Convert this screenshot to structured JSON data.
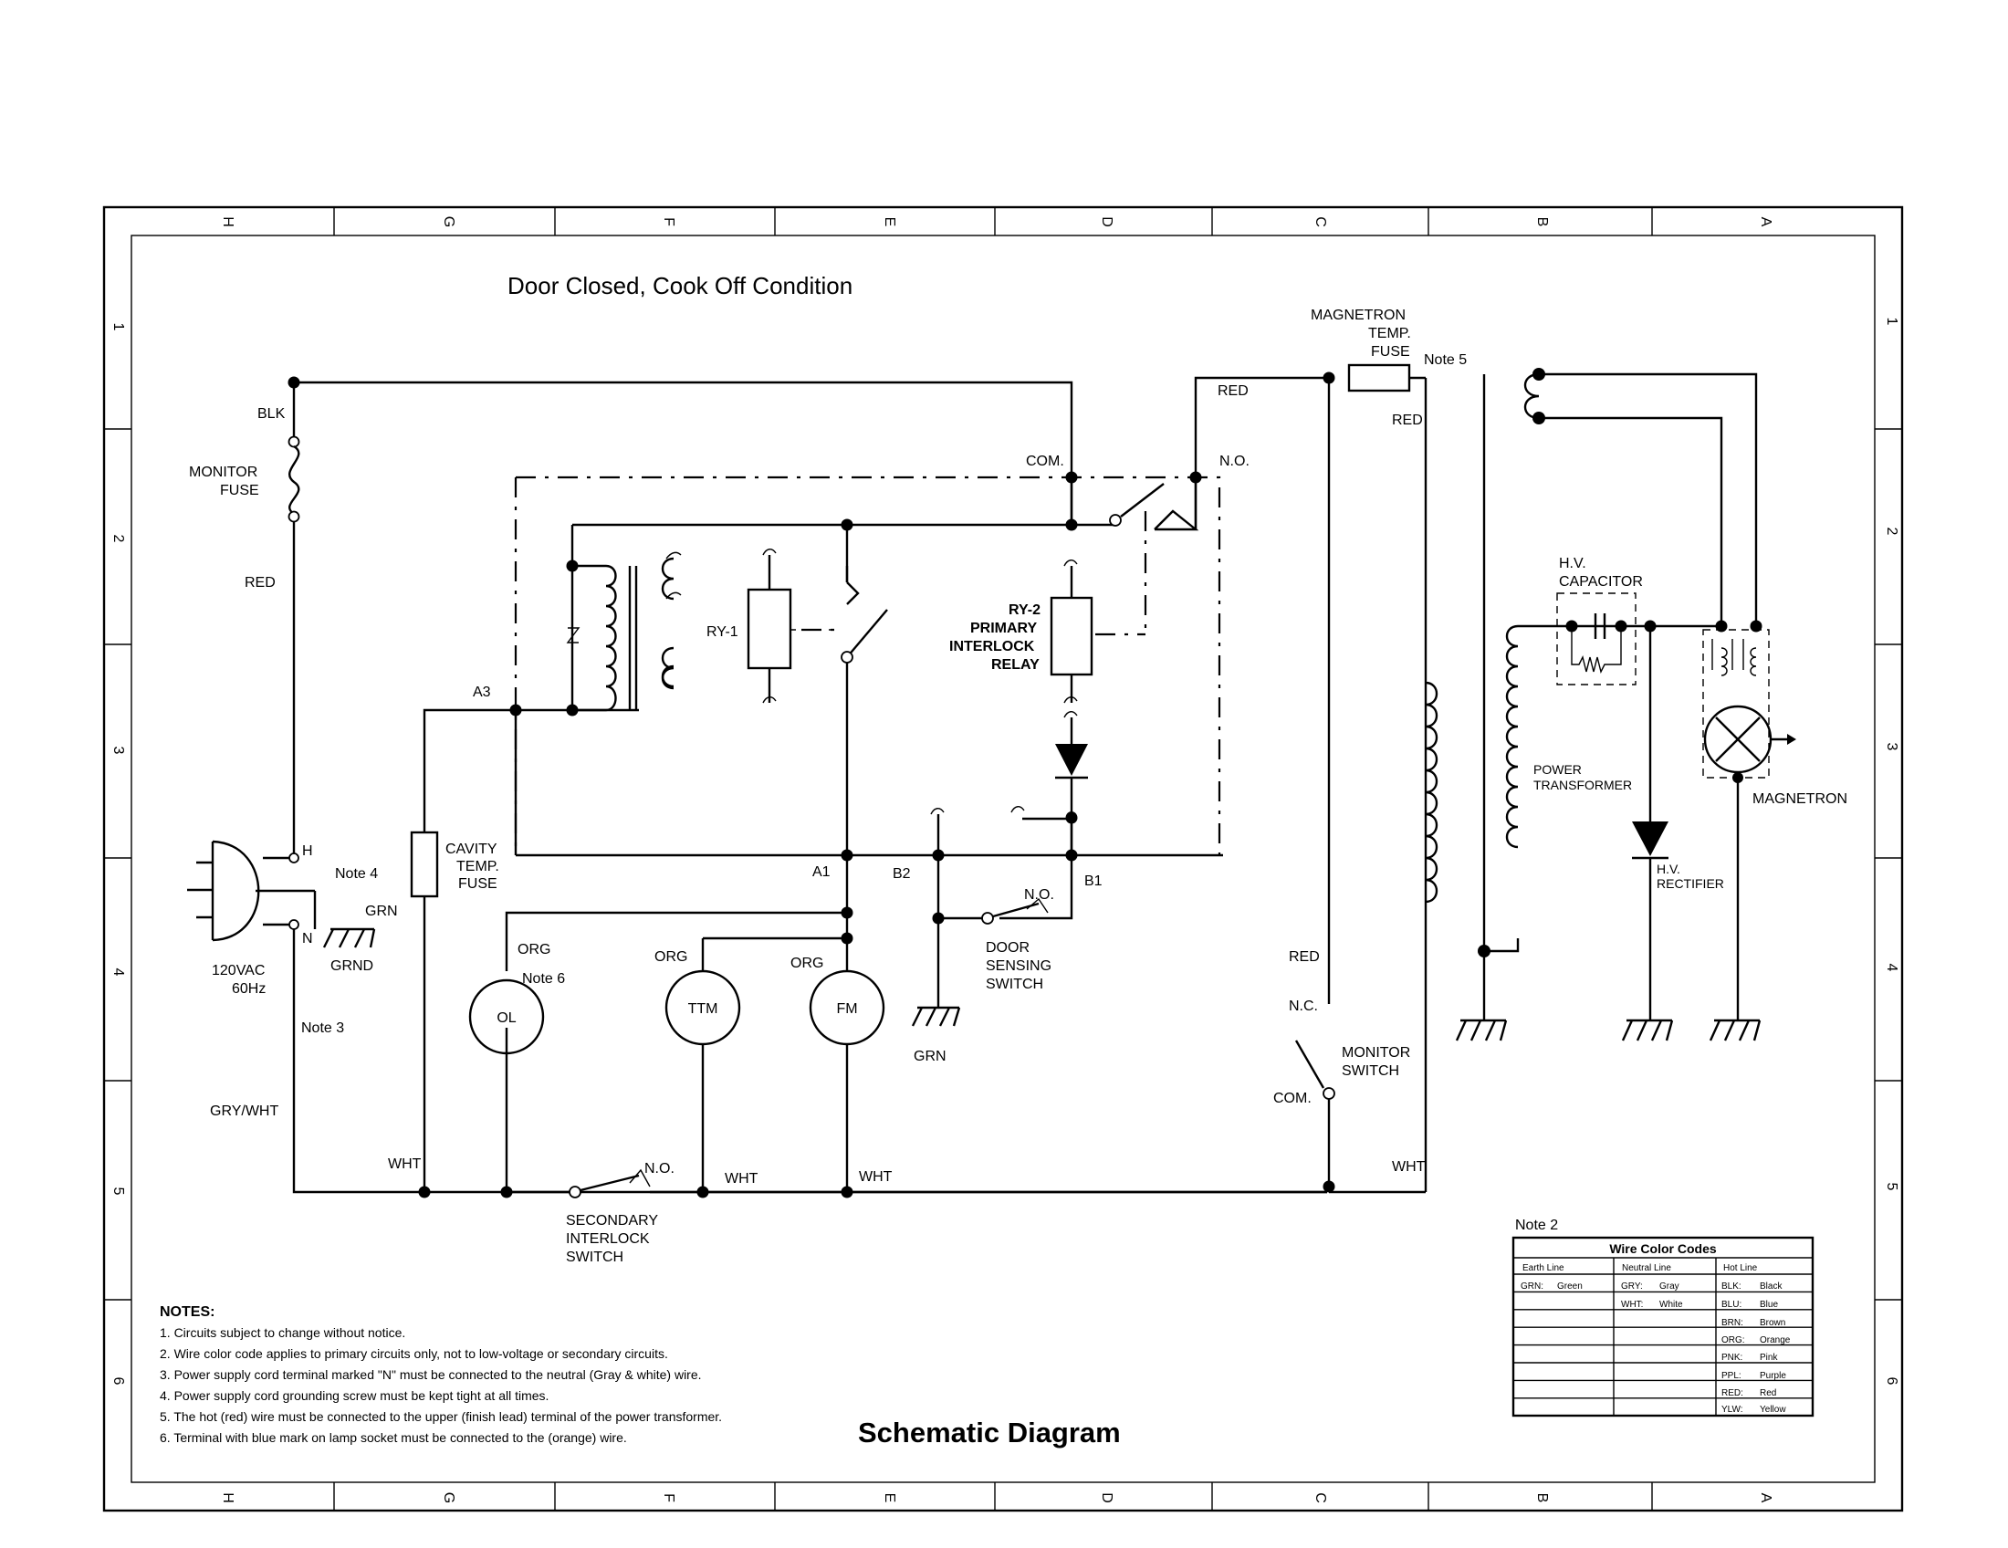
{
  "title": "Door Closed, Cook Off Condition",
  "footer_title": "Schematic Diagram",
  "border": {
    "columns_top": [
      "H",
      "G",
      "F",
      "E",
      "D",
      "C",
      "B",
      "A"
    ],
    "rows_side": [
      "1",
      "2",
      "3",
      "4",
      "5",
      "6"
    ]
  },
  "labels": {
    "blk": "BLK",
    "monitor_fuse_1": "MONITOR",
    "monitor_fuse_2": "FUSE",
    "red_left": "RED",
    "com_top": "COM.",
    "no_top": "N.O.",
    "red_top": "RED",
    "mag_fuse_1": "MAGNETRON",
    "mag_fuse_2": "TEMP.",
    "mag_fuse_3": "FUSE",
    "note5": "Note 5",
    "red_right": "RED",
    "ry1": "RY-1",
    "ry2_1": "RY-2",
    "ry2_2": "PRIMARY",
    "ry2_3": "INTERLOCK",
    "ry2_4": "RELAY",
    "a3": "A3",
    "a1": "A1",
    "b2": "B2",
    "b1": "B1",
    "no_door": "N.O.",
    "door_1": "DOOR",
    "door_2": "SENSING",
    "door_3": "SWITCH",
    "cavity_1": "CAVITY",
    "cavity_2": "TEMP.",
    "cavity_3": "FUSE",
    "plug_h": "H",
    "plug_n": "N",
    "note4": "Note 4",
    "grn_plug": "GRN",
    "grnd": "GRND",
    "volt_1": "120VAC",
    "volt_2": "60Hz",
    "note3": "Note 3",
    "gry_wht": "GRY/WHT",
    "org_ol": "ORG",
    "note6": "Note 6",
    "org_ttm": "ORG",
    "org_fm": "ORG",
    "ol": "OL",
    "ttm": "TTM",
    "fm": "FM",
    "grn_door": "GRN",
    "red_mon": "RED",
    "nc_mon": "N.C.",
    "monitor_sw_1": "MONITOR",
    "monitor_sw_2": "SWITCH",
    "com_mon": "COM.",
    "wht_left": "WHT",
    "no_sec": "N.O.",
    "wht_mid": "WHT",
    "wht_fm": "WHT",
    "wht_right": "WHT",
    "sec_1": "SECONDARY",
    "sec_2": "INTERLOCK",
    "sec_3": "SWITCH",
    "hv_cap_1": "H.V.",
    "hv_cap_2": "CAPACITOR",
    "pt_1": "POWER",
    "pt_2": "TRANSFORMER",
    "hv_rect_1": "H.V.",
    "hv_rect_2": "RECTIFIER",
    "magnetron": "MAGNETRON",
    "note2": "Note 2"
  },
  "notes": {
    "heading": "NOTES:",
    "items": [
      "1. Circuits subject to change without notice.",
      "2. Wire color code applies to primary circuits only, not to low-voltage or secondary circuits.",
      "3. Power supply cord terminal marked \"N\" must be connected to the neutral (Gray & white) wire.",
      "4. Power supply cord grounding screw must be kept tight at all times.",
      "5. The hot (red) wire must be connected to the upper (finish lead) terminal of the power transformer.",
      "6. Terminal with blue mark on lamp socket must be connected to the (orange) wire."
    ]
  },
  "wire_table": {
    "title": "Wire Color Codes",
    "headers": [
      "Earth Line",
      "Neutral Line",
      "Hot Line"
    ],
    "earth": [
      "GRN:",
      "Green"
    ],
    "neutral": [
      [
        "GRY:",
        "Gray"
      ],
      [
        "WHT:",
        "White"
      ]
    ],
    "hot": [
      [
        "BLK:",
        "Black"
      ],
      [
        "BLU:",
        "Blue"
      ],
      [
        "BRN:",
        "Brown"
      ],
      [
        "ORG:",
        "Orange"
      ],
      [
        "PNK:",
        "Pink"
      ],
      [
        "PPL:",
        "Purple"
      ],
      [
        "RED:",
        "Red"
      ],
      [
        "YLW:",
        "Yellow"
      ]
    ]
  }
}
